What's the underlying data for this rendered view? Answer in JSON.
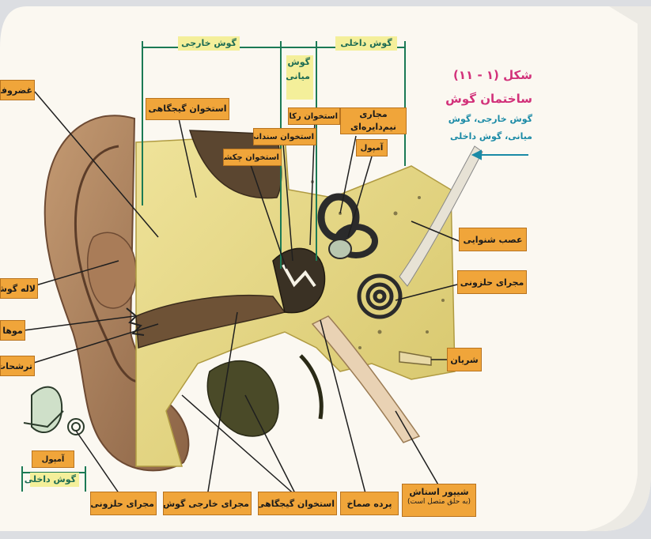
{
  "figure": {
    "caption_number": "شکل (۱ - ۱۱)",
    "caption_title": "ساختمان گوش",
    "caption_sub_line1": "گوش خارجی، گوش",
    "caption_sub_line2": "میانی، گوش داخلی",
    "colors": {
      "caption_number": "#d2317a",
      "caption_title": "#d2317a",
      "caption_sub": "#1a8aa6",
      "label_fill": "#f0a53a",
      "section_fill": "#f4ef9a",
      "bracket": "#1b7a55"
    }
  },
  "sections": {
    "outer_ear": "گوش خارجی",
    "middle_ear": "گوش میانی",
    "inner_ear": "گوش داخلی",
    "inset_inner_ear": "گوش داخلی"
  },
  "labels": {
    "cartilage": "غضروف",
    "temporal_bone_top": "استخوان گیجگاهی",
    "stirrup": "استخوان رکابی",
    "semicircular_canals": "مجاری نیم‌دایره‌ای",
    "anvil": "استخوان سندانی",
    "hammer": "استخوان چکشی",
    "ampulla": "آمپول",
    "auricle": "لاله گوش",
    "hair": "موها",
    "secretions": "ترشحات",
    "auditory_nerve": "عصب شنوایی",
    "cochlear_duct": "مجرای حلزونی",
    "artery": "شریان",
    "inset_ampulla": "آمپول",
    "bottom_cochlear_duct": "مجرای حلزونی",
    "ear_canal": "مجرای خارجی گوش",
    "temporal_bone_bottom": "استخوان گیجگاهی",
    "eardrum": "پرده صماخ",
    "eustachian_tube": "شیپور استاش",
    "eustachian_tube_note": "(به حلق متصل است)"
  }
}
